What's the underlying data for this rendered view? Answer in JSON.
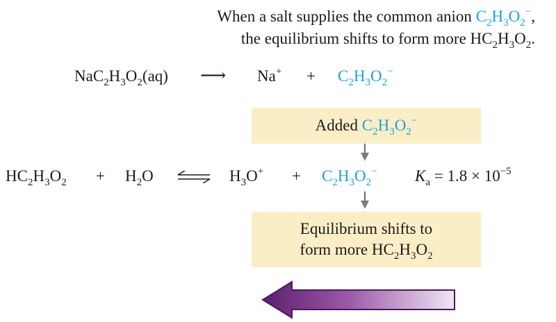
{
  "note": {
    "line1": "When a salt supplies the common anion",
    "line1_end": ",",
    "line2": "the equilibrium shifts to form more",
    "line2_end": "."
  },
  "formulas": {
    "acetate": {
      "p1": "C",
      "s1": "2",
      "p2": "H",
      "s2": "3",
      "p3": "O",
      "s3": "2",
      "charge": "−"
    },
    "acetic_acid": {
      "p1": "HC",
      "s1": "2",
      "p2": "H",
      "s2": "3",
      "p3": "O",
      "s3": "2"
    },
    "sodium_acetate": {
      "p1": "NaC",
      "s1": "2",
      "p2": "H",
      "s2": "3",
      "p3": "O",
      "s3": "2",
      "state": "(aq)"
    },
    "sodium_ion": {
      "p1": "Na",
      "charge": "+"
    },
    "water": {
      "p1": "H",
      "s1": "2",
      "p2": "O"
    },
    "hydronium": {
      "p1": "H",
      "s1": "3",
      "p2": "O",
      "charge": "+"
    }
  },
  "reaction1": {
    "arrow": "⟶",
    "plus": "+"
  },
  "reaction2": {
    "plus": "+",
    "ka_symbol": "K",
    "ka_sub": "a",
    "ka_value": "= 1.8 × 10",
    "ka_exp": "−5"
  },
  "box_top": {
    "label": "Added"
  },
  "box_bottom": {
    "line1": "Equilibrium shifts to",
    "line2": "form more"
  },
  "colors": {
    "acetate_blue": "#1aa0e0",
    "box_fill": "#fbeec7",
    "arrow_purple_dark": "#5a1f6e",
    "arrow_purple_light": "#f1e6f4",
    "down_arrow_gray": "#7a7a7a"
  },
  "icons": {
    "down_arrow": "down-arrow-icon",
    "shift_arrow": "left-shift-arrow-icon",
    "equilibrium": "equilibrium-arrows-icon"
  }
}
